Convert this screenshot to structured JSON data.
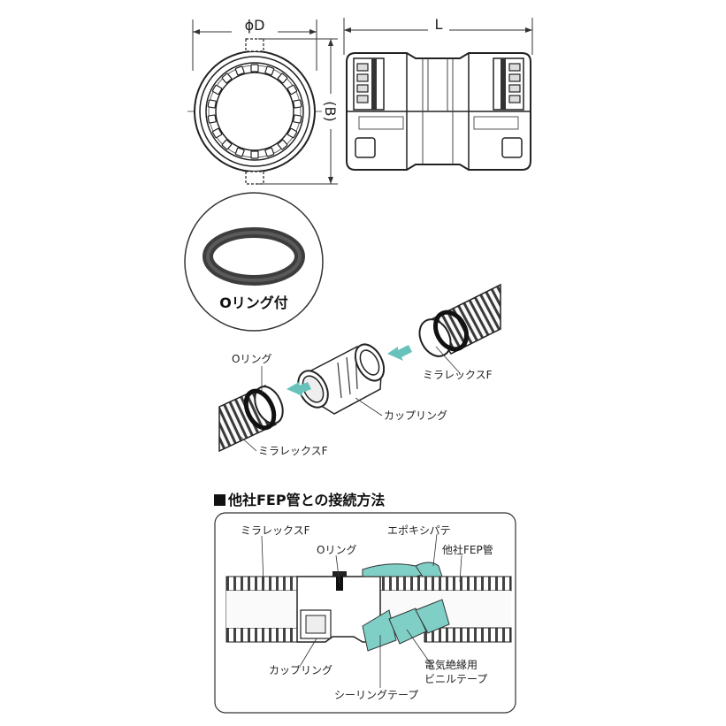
{
  "dimensions": {
    "diameter": "ϕD",
    "length": "L",
    "height": "(B)"
  },
  "oring_callout": "Oリング付",
  "assembly": {
    "label_oring": "Oリング",
    "label_tube_right": "ミラレックスF",
    "label_coupling": "カップリング",
    "label_tube_left": "ミラレックスF"
  },
  "section": {
    "title": "他社FEP管との接続方法",
    "labels": {
      "mirarex": "ミラレックスF",
      "oring": "Oリング",
      "epoxy": "エポキシパテ",
      "fep": "他社FEP管",
      "coupling": "カップリング",
      "vinyl_tape_1": "電気絶縁用",
      "vinyl_tape_2": "ビニルテープ",
      "sealing_tape": "シーリングテープ"
    }
  },
  "colors": {
    "teal": "#7fcfc7",
    "dark": "#2a2a2a",
    "gray": "#555555"
  }
}
